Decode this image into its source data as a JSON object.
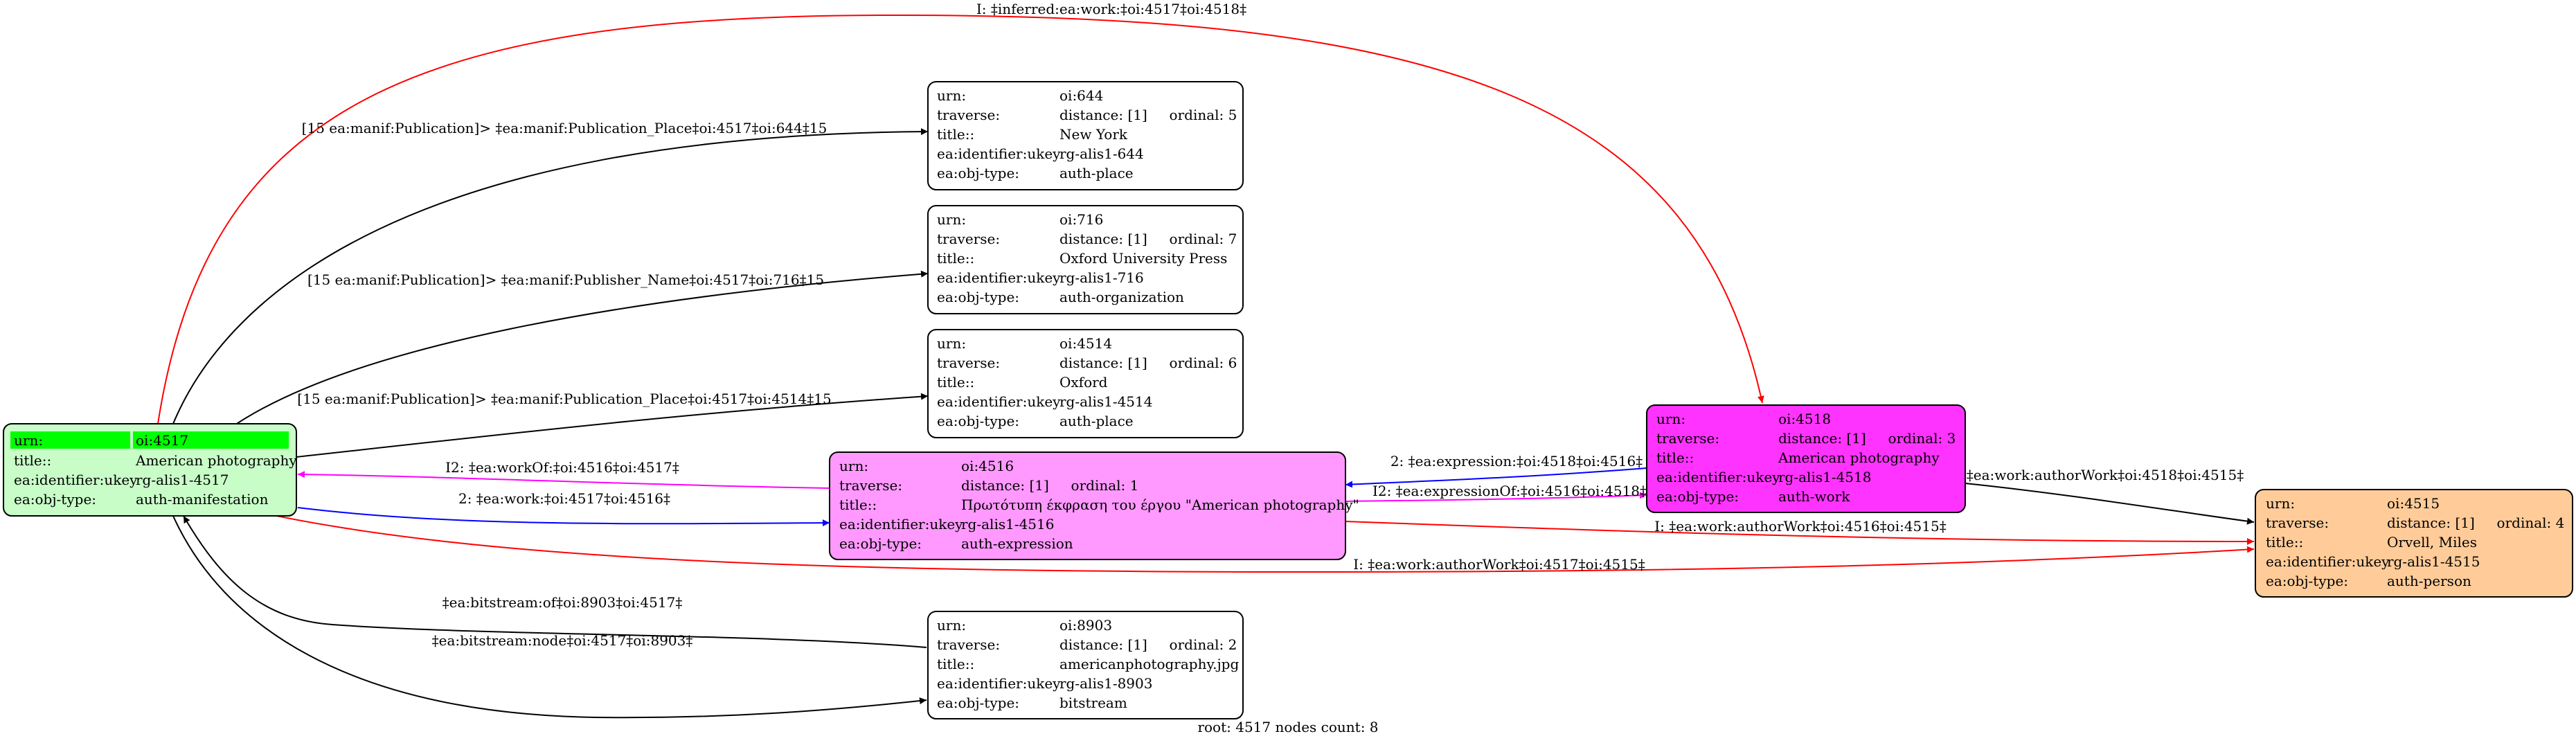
{
  "diagram": {
    "caption": "root: 4517 nodes count: 8",
    "nodes": [
      {
        "id": "oi4517",
        "bg": "#c8fdc8",
        "header_bg": "#00ff00",
        "rows": [
          [
            "urn:",
            "oi:4517"
          ],
          [
            "title::",
            "American photography"
          ],
          [
            "ea:identifier:ukey",
            "rg-alis1-4517"
          ],
          [
            "ea:obj-type:",
            "auth-manifestation"
          ]
        ]
      },
      {
        "id": "oi644",
        "bg": "#ffffff",
        "rows": [
          [
            "urn:",
            "oi:644"
          ],
          [
            "traverse:",
            "distance: [1]     ordinal: 5"
          ],
          [
            "title::",
            "New York"
          ],
          [
            "ea:identifier:ukey",
            "rg-alis1-644"
          ],
          [
            "ea:obj-type:",
            "auth-place"
          ]
        ]
      },
      {
        "id": "oi716",
        "bg": "#ffffff",
        "rows": [
          [
            "urn:",
            "oi:716"
          ],
          [
            "traverse:",
            "distance: [1]     ordinal: 7"
          ],
          [
            "title::",
            "Oxford University Press"
          ],
          [
            "ea:identifier:ukey",
            "rg-alis1-716"
          ],
          [
            "ea:obj-type:",
            "auth-organization"
          ]
        ]
      },
      {
        "id": "oi4514",
        "bg": "#ffffff",
        "rows": [
          [
            "urn:",
            "oi:4514"
          ],
          [
            "traverse:",
            "distance: [1]     ordinal: 6"
          ],
          [
            "title::",
            "Oxford"
          ],
          [
            "ea:identifier:ukey",
            "rg-alis1-4514"
          ],
          [
            "ea:obj-type:",
            "auth-place"
          ]
        ]
      },
      {
        "id": "oi4516",
        "bg": "#ff99ff",
        "rows": [
          [
            "urn:",
            "oi:4516"
          ],
          [
            "traverse:",
            "distance: [1]     ordinal: 1"
          ],
          [
            "title::",
            "Πρωτότυπη έκφραση του έργου \"American photography\""
          ],
          [
            "ea:identifier:ukey",
            "rg-alis1-4516"
          ],
          [
            "ea:obj-type:",
            "auth-expression"
          ]
        ]
      },
      {
        "id": "oi4518",
        "bg": "#ff33ff",
        "rows": [
          [
            "urn:",
            "oi:4518"
          ],
          [
            "traverse:",
            "distance: [1]     ordinal: 3"
          ],
          [
            "title::",
            "American photography"
          ],
          [
            "ea:identifier:ukey",
            "rg-alis1-4518"
          ],
          [
            "ea:obj-type:",
            "auth-work"
          ]
        ]
      },
      {
        "id": "oi4515",
        "bg": "#ffcc99",
        "rows": [
          [
            "urn:",
            "oi:4515"
          ],
          [
            "traverse:",
            "distance: [1]     ordinal: 4"
          ],
          [
            "title::",
            "Orvell, Miles"
          ],
          [
            "ea:identifier:ukey",
            "rg-alis1-4515"
          ],
          [
            "ea:obj-type:",
            "auth-person"
          ]
        ]
      },
      {
        "id": "oi8903",
        "bg": "#ffffff",
        "rows": [
          [
            "urn:",
            "oi:8903"
          ],
          [
            "traverse:",
            "distance: [1]     ordinal: 2"
          ],
          [
            "title::",
            "americanphotography.jpg"
          ],
          [
            "ea:identifier:ukey",
            "rg-alis1-8903"
          ],
          [
            "ea:obj-type:",
            "bitstream"
          ]
        ]
      }
    ],
    "edges": [
      {
        "id": "e-inferred",
        "color": "#ff0000",
        "label": "I: ‡inferred:ea:work:‡oi:4517‡oi:4518‡"
      },
      {
        "id": "e-pubplace-644",
        "color": "#000000",
        "label": "[15 ea:manif:Publication]> ‡ea:manif:Publication_Place‡oi:4517‡oi:644‡15"
      },
      {
        "id": "e-publisher-716",
        "color": "#000000",
        "label": "[15 ea:manif:Publication]> ‡ea:manif:Publisher_Name‡oi:4517‡oi:716‡15"
      },
      {
        "id": "e-pubplace-4514",
        "color": "#000000",
        "label": "[15 ea:manif:Publication]> ‡ea:manif:Publication_Place‡oi:4517‡oi:4514‡15"
      },
      {
        "id": "e-workof",
        "color": "#ff00ff",
        "label": "I2: ‡ea:workOf:‡oi:4516‡oi:4517‡"
      },
      {
        "id": "e-work",
        "color": "#0000ff",
        "label": "2: ‡ea:work:‡oi:4517‡oi:4516‡"
      },
      {
        "id": "e-expression",
        "color": "#0000ff",
        "label": "2: ‡ea:expression:‡oi:4518‡oi:4516‡"
      },
      {
        "id": "e-expressionof",
        "color": "#ff00ff",
        "label": "I2: ‡ea:expressionOf:‡oi:4516‡oi:4518‡"
      },
      {
        "id": "e-author-4518",
        "color": "#000000",
        "label": "‡ea:work:authorWork‡oi:4518‡oi:4515‡"
      },
      {
        "id": "e-author-4516",
        "color": "#ff0000",
        "label": "I: ‡ea:work:authorWork‡oi:4516‡oi:4515‡"
      },
      {
        "id": "e-author-4517",
        "color": "#ff0000",
        "label": "I: ‡ea:work:authorWork‡oi:4517‡oi:4515‡"
      },
      {
        "id": "e-bitstream-of",
        "color": "#000000",
        "label": "‡ea:bitstream:of‡oi:8903‡oi:4517‡"
      },
      {
        "id": "e-bitstream-node",
        "color": "#000000",
        "label": "‡ea:bitstream:node‡oi:4517‡oi:8903‡"
      }
    ]
  }
}
